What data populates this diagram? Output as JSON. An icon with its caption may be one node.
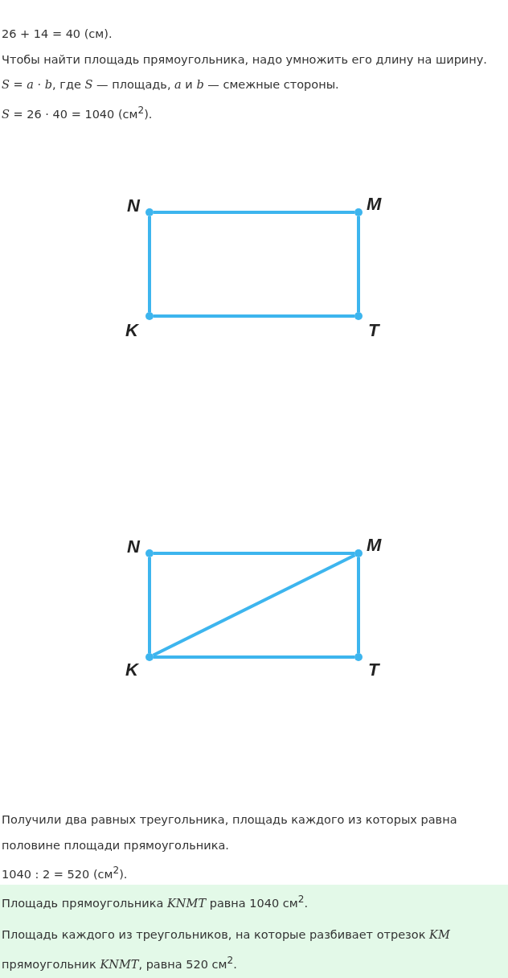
{
  "diagram": {
    "nodes": [
      {
        "text": [],
        "shape": "circle",
        "beside": [
          "N"
        ]
      },
      {
        "text": [],
        "shape": "circle",
        "beside": [
          "M"
        ]
      },
      {
        "text": [],
        "shape": "circle",
        "beside": [
          "K"
        ]
      },
      {
        "text": [],
        "shape": "circle",
        "beside": [
          "T"
        ]
      },
      {
        "text": [],
        "shape": "circle",
        "beside": [
          "N"
        ]
      },
      {
        "text": [],
        "shape": "circle",
        "beside": [
          "M"
        ]
      },
      {
        "text": [],
        "shape": "circle",
        "beside": [
          "K"
        ]
      },
      {
        "text": [],
        "shape": "circle",
        "beside": [
          "T"
        ]
      }
    ],
    "edges": [
      {
        "from": 0,
        "to": 1,
        "arrow": "none"
      },
      {
        "from": 1,
        "to": 3,
        "arrow": "none"
      },
      {
        "from": 3,
        "to": 2,
        "arrow": "none"
      },
      {
        "from": 2,
        "to": 0,
        "arrow": "none"
      },
      {
        "from": 4,
        "to": 5,
        "arrow": "none"
      },
      {
        "from": 5,
        "to": 7,
        "arrow": "none"
      },
      {
        "from": 7,
        "to": 6,
        "arrow": "none"
      },
      {
        "from": 6,
        "to": 4,
        "arrow": "none"
      },
      {
        "from": 6,
        "to": 5,
        "arrow": "none"
      }
    ],
    "labels": [
      "26 + 14 = 40 (см).",
      "Чтобы найти площадь прямоугольника, надо умножить его длину на ширину.",
      "*S* = *a* · *b*, где *S* — площадь, *a* и *b* — смежные стороны.",
      "*S* = 26 · 40 = 1040 (см$^{2}$).",
      "Получили два равных треугольника, площадь каждого из которых равна половине площади прямоугольника.",
      "1040 : 2 = 520 (см$^{2}$).",
      "Площадь прямоугольника *KNMT* равна 1040 см$^{2}$.",
      "Площадь каждого из треугольников, на которые разбивает отрезок *KM* прямоугольник *KNMT*, равна 520 см$^{2}$."
    ]
  }
}
